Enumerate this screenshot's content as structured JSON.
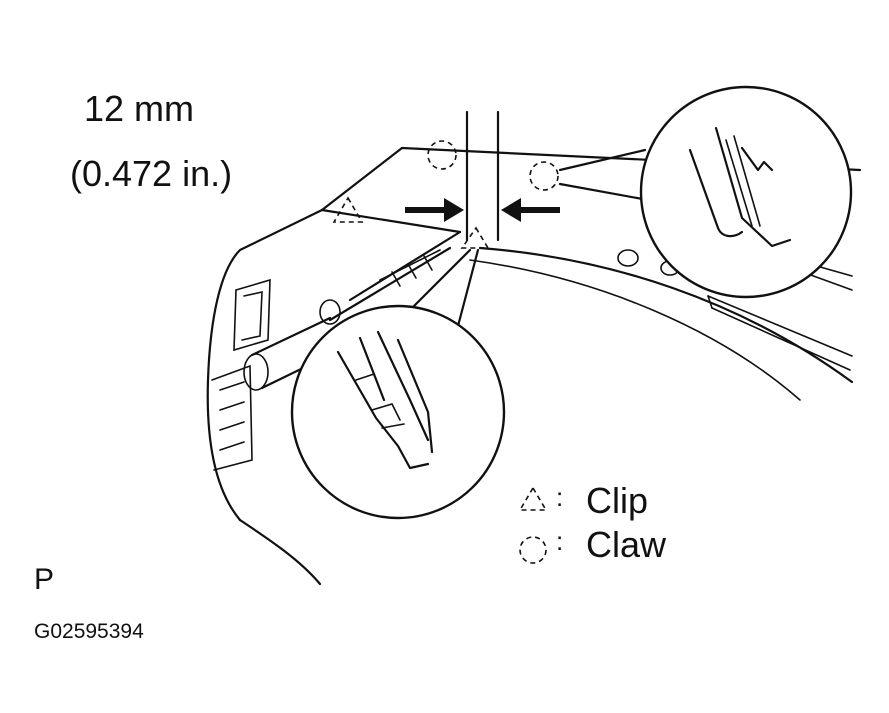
{
  "dimension": {
    "metric": "12 mm",
    "imperial": "(0.472 in.)"
  },
  "legend": {
    "clip_label": "Clip",
    "claw_label": "Claw",
    "separator": ":"
  },
  "view_marker": "P",
  "figure_code": "G02595394",
  "icons": {
    "clip_symbol": "dashed-triangle",
    "claw_symbol": "dashed-circle"
  }
}
